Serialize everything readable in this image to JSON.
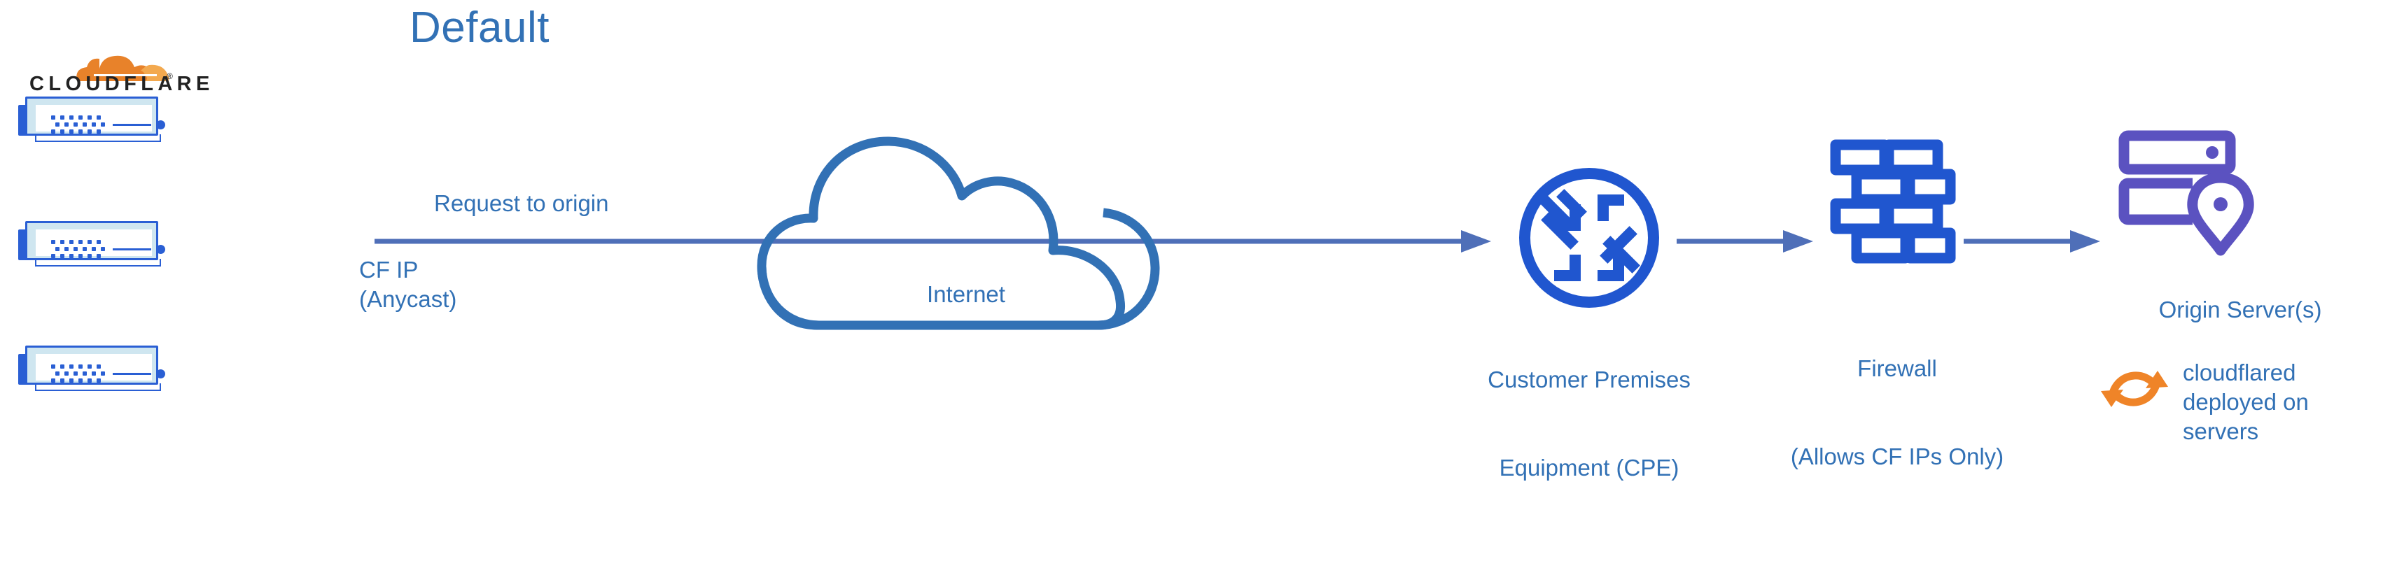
{
  "diagram": {
    "title": "Default",
    "type": "network-flow-diagram"
  },
  "colors": {
    "title_blue": "#3271b5",
    "label_blue": "#3271b5",
    "icon_blue": "#2056cf",
    "rack_blue": "#2a5fd4",
    "rack_body": "#cfe6f0",
    "arrow_blue": "#4f6fb8",
    "origin_purple": "#5b52c0",
    "cloudflared_orange": "#ef8428",
    "logo_orange_dark": "#e8822a",
    "logo_orange_light": "#f3a94f",
    "wordmark_black": "#222222",
    "background": "#ffffff"
  },
  "left_stack": {
    "logo": {
      "icon_name": "cloudflare-cloud-logo",
      "wordmark": "CLOUDFLARE",
      "registered_mark": "®"
    },
    "servers": [
      {
        "label": "cloudflare-edge-server-1"
      },
      {
        "label": "cloudflare-edge-server-2"
      },
      {
        "label": "cloudflare-edge-server-3"
      }
    ]
  },
  "flow": {
    "request_label": "Request to origin",
    "source_label_line1": "CF IP",
    "source_label_line2": "(Anycast)",
    "arrows": [
      {
        "name": "cloudflare-to-internet-to-cpe"
      },
      {
        "name": "cpe-to-firewall"
      },
      {
        "name": "firewall-to-origin"
      }
    ]
  },
  "nodes": [
    {
      "id": "internet",
      "icon": "cloud-outline-icon",
      "label": "Internet"
    },
    {
      "id": "cpe",
      "icon": "router-four-arrows-icon",
      "label_line1": "Customer Premises",
      "label_line2": "Equipment (CPE)"
    },
    {
      "id": "firewall",
      "icon": "brick-wall-icon",
      "label_line1": "Firewall",
      "label_line2": "(Allows CF IPs Only)"
    },
    {
      "id": "origin",
      "icon": "server-stack-with-pin-icon",
      "label": "Origin Server(s)"
    }
  ],
  "annotation": {
    "icon": "circular-refresh-icon",
    "text": "cloudflared\ndeployed on\nservers"
  }
}
